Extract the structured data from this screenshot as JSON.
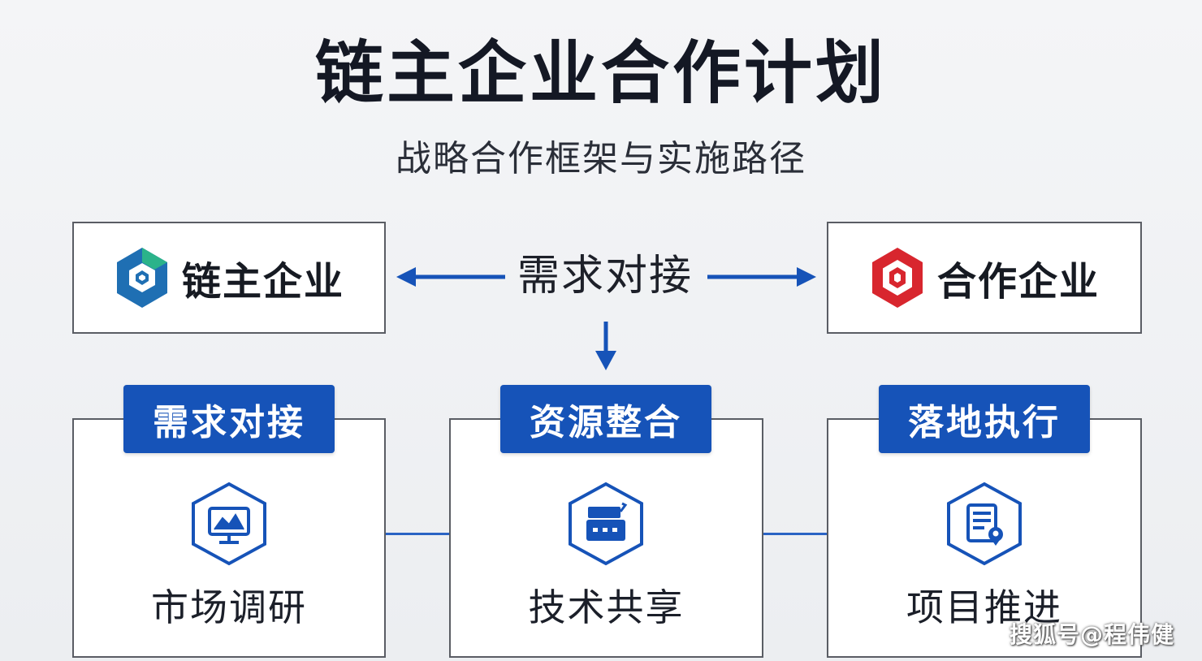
{
  "title": "链主企业合作计划",
  "subtitle": "战略合作框架与实施路径",
  "top": {
    "left_entity": "链主企业",
    "center": "需求对接",
    "right_entity": "合作企业"
  },
  "cards": [
    {
      "badge": "需求对接",
      "icon": "monitor-chart-icon",
      "label": "市场调研"
    },
    {
      "badge": "资源整合",
      "icon": "server-device-icon",
      "label": "技术共享"
    },
    {
      "badge": "落地执行",
      "icon": "document-location-icon",
      "label": "项目推进"
    }
  ],
  "watermark": "搜狐号@程伟健",
  "colors": {
    "accent": "#1653b8",
    "border": "#5a5d64",
    "logo_left": "#1f7ab8",
    "logo_right": "#d8262e"
  }
}
